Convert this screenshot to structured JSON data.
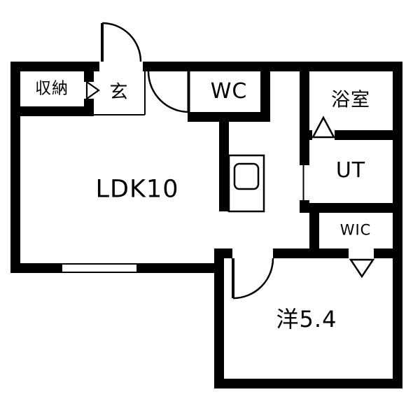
{
  "colors": {
    "wall": "#000000",
    "background": "#ffffff",
    "floor": "#ffffff"
  },
  "rooms": {
    "storage": {
      "label": "収納"
    },
    "entrance": {
      "label": "玄"
    },
    "wc": {
      "label": "WC"
    },
    "bathroom": {
      "label": "浴室"
    },
    "utility": {
      "label": "UT"
    },
    "wic": {
      "label": "WIC"
    },
    "ldk": {
      "label": "LDK10"
    },
    "western": {
      "label": "洋5.4"
    }
  }
}
